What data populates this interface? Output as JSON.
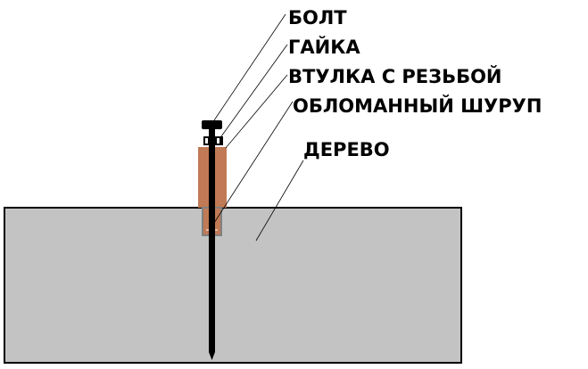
{
  "labels": {
    "bolt": "БОЛТ",
    "nut": "ГАЙКА",
    "sleeve": "ВТУЛКА С РЕЗЬБОЙ",
    "screw": "ОБЛОМАННЫЙ ШУРУП",
    "wood": "ДЕРЕВО"
  },
  "colors": {
    "wood": "#c3c3c3",
    "sleeve": "#c07a55",
    "metal": "#000000"
  }
}
